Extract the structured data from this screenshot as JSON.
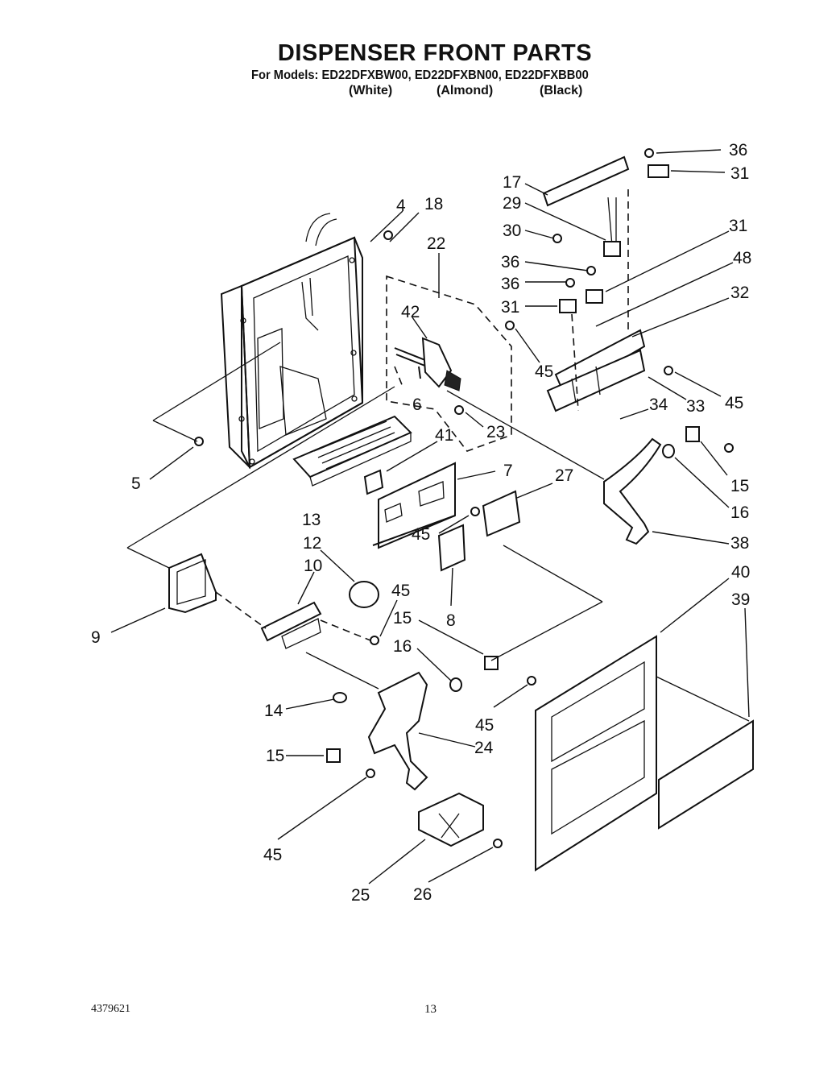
{
  "header": {
    "title": "DISPENSER FRONT PARTS",
    "models_line": "For Models: ED22DFXBW00, ED22DFXBN00, ED22DFXBB00",
    "colors": [
      "(White)",
      "(Almond)",
      "(Black)"
    ]
  },
  "callouts": [
    "36",
    "31",
    "17",
    "29",
    "30",
    "31",
    "48",
    "36",
    "36",
    "32",
    "31",
    "4",
    "18",
    "22",
    "42",
    "45",
    "45",
    "33",
    "6",
    "34",
    "23",
    "5",
    "41",
    "7",
    "15",
    "27",
    "16",
    "13",
    "45",
    "38",
    "12",
    "10",
    "40",
    "39",
    "45",
    "15",
    "16",
    "9",
    "8",
    "14",
    "45",
    "24",
    "15",
    "45",
    "25",
    "26"
  ],
  "footer": {
    "doc_number": "4379621",
    "page_number": "13"
  }
}
